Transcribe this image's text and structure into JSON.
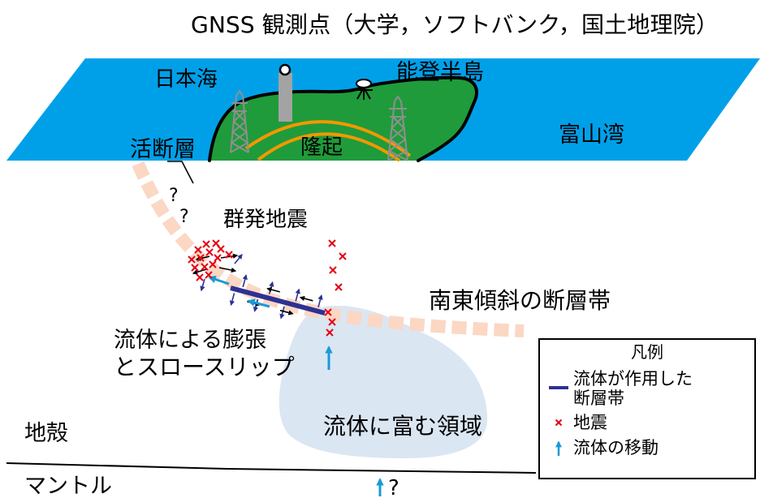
{
  "title": "GNSS 観測点（大学，ソフトバンク，国土地理院）",
  "surface": {
    "sea_west": "日本海",
    "peninsula": "能登半島",
    "bay": "富山湾",
    "active_fault": "活断層",
    "uplift": "隆起"
  },
  "subsurface": {
    "question_1": "?",
    "question_2": "?",
    "swarm": "群発地震",
    "fault_zone": "南東傾斜の断層帯",
    "expansion_line1": "流体による膨張",
    "expansion_line2": "とスロースリップ",
    "crust": "地殻",
    "fluid_region": "流体に富む領域",
    "mantle": "マントル",
    "question_3": "?"
  },
  "legend": {
    "title": "凡例",
    "fault_line1": "流体が作用した",
    "fault_line2": "断層帯",
    "earthquake": "地震",
    "fluid_flow": "流体の移動"
  },
  "icons": {
    "gnss_pillar": "gnss-pillar-icon",
    "gnss_antenna": "gnss-antenna-icon",
    "cell_tower": "cell-tower-icon"
  },
  "colors": {
    "sea": "#00a0e9",
    "land": "#1f9b3b",
    "uplift": "#f39800",
    "tower": "#8f8f8f",
    "fault_band": "#fbd7c4",
    "fluid_region": "#dbe6f3",
    "fluid_fault": "#2e3192",
    "earthquake": "#e60012",
    "fluid_arrow": "#1a9ad6",
    "expansion_arrow": "#2e3192"
  }
}
